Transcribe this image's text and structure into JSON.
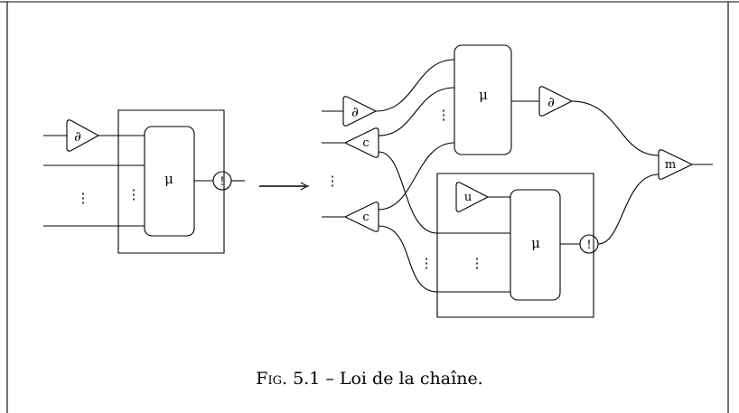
{
  "diagram": {
    "symbols": {
      "derivative": "∂",
      "mu": "μ",
      "bang": "!",
      "contraction": "c",
      "unit": "u",
      "multiplication": "m",
      "vdots": "⋮"
    }
  },
  "caption": {
    "prefix": "Fig.",
    "text": "5.1 – Loi de la chaîne."
  }
}
